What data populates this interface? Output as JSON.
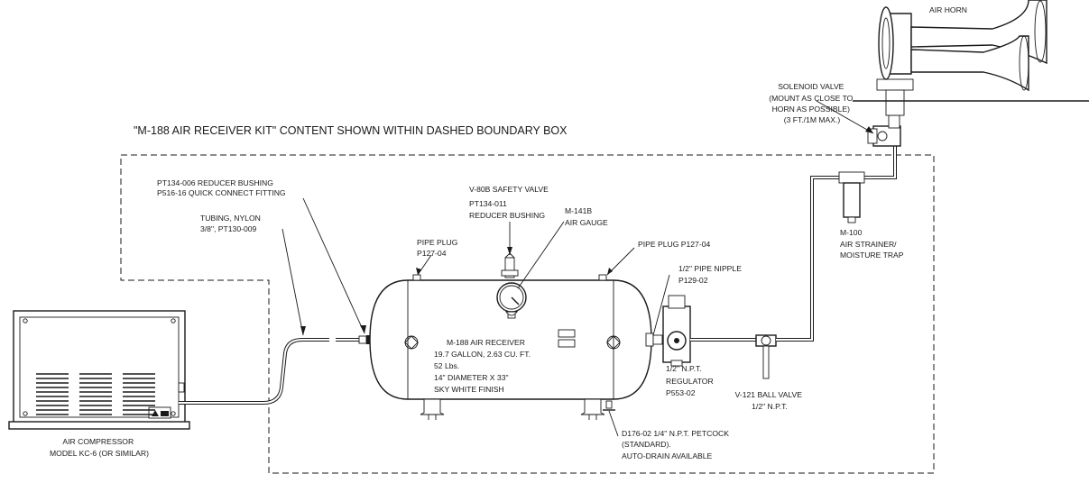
{
  "title": "\"M-188 AIR RECEIVER KIT\" CONTENT SHOWN WITHIN DASHED BOUNDARY BOX",
  "labels": {
    "air_horn": "AIR HORN",
    "solenoid": [
      "SOLENOID VALVE",
      "(MOUNT AS CLOSE TO",
      "HORN AS POSSIBLE)",
      "(3 FT./1M MAX.)"
    ],
    "reducer_bushing": [
      "PT134-006 REDUCER BUSHING",
      "P516-16 QUICK CONNECT FITTING"
    ],
    "tubing": [
      "TUBING, NYLON",
      "3/8\", PT130-009"
    ],
    "safety_valve": [
      "V-80B SAFETY VALVE",
      "PT134-011",
      "REDUCER BUSHING"
    ],
    "air_gauge": [
      "M-141B",
      "AIR GAUGE"
    ],
    "pipe_plug_left": [
      "PIPE PLUG",
      "P127-04"
    ],
    "pipe_plug_right": "PIPE PLUG P127-04",
    "pipe_nipple": [
      "1/2\" PIPE NIPPLE",
      "P129-02"
    ],
    "strainer": [
      "M-100",
      "AIR STRAINER/",
      "MOISTURE TRAP"
    ],
    "receiver": [
      "M-188 AIR RECEIVER",
      "19.7 GALLON, 2.63 CU. FT.",
      "52 Lbs.",
      "14\" DIAMETER X 33\"",
      "SKY WHITE FINISH"
    ],
    "regulator": [
      "1/2\" N.P.T.",
      "REGULATOR",
      "P553-02"
    ],
    "ball_valve": [
      "V-121 BALL VALVE",
      "1/2\" N.P.T."
    ],
    "petcock": [
      "D176-02 1/4\" N.P.T. PETCOCK",
      "(STANDARD).",
      "AUTO-DRAIN AVAILABLE"
    ],
    "compressor": [
      "AIR COMPRESSOR",
      "MODEL KC-6 (OR SIMILAR)"
    ]
  }
}
